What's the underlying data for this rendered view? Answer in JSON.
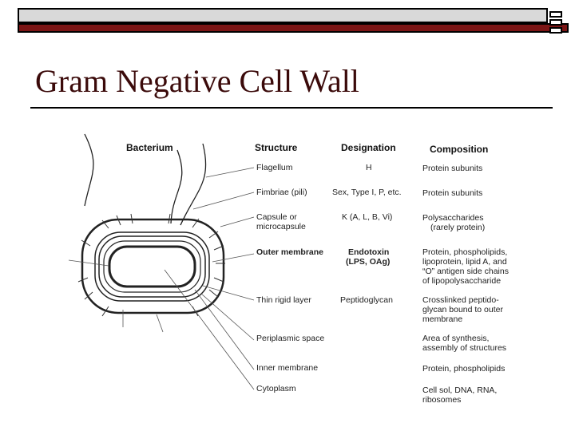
{
  "slide": {
    "title": "Gram Negative Cell Wall",
    "accent_color": "#7b1515",
    "title_color": "#3b0a0a"
  },
  "figure": {
    "headers": {
      "bacterium": "Bacterium",
      "structure": "Structure",
      "designation": "Designation",
      "composition": "Composition"
    },
    "rows": [
      {
        "structure": [
          "Flagellum"
        ],
        "designation": [
          "H"
        ],
        "composition": [
          "Protein subunits"
        ]
      },
      {
        "structure": [
          "Fimbriae (pili)"
        ],
        "designation": [
          "Sex, Type I, P, etc."
        ],
        "composition": [
          "Protein subunits"
        ]
      },
      {
        "structure": [
          "Capsule or",
          "microcapsule"
        ],
        "designation": [
          "K (A, L, B, Vi)"
        ],
        "composition": [
          "Polysaccharides",
          "(rarely protein)"
        ]
      },
      {
        "structure": [
          "Outer membrane"
        ],
        "designation": [
          "Endotoxin",
          "(LPS, OAg)"
        ],
        "composition": [
          "Protein, phospholipids,",
          "lipoprotein, lipid A, and",
          "“O” antigen side chains",
          "of lipopolysaccharide"
        ]
      },
      {
        "structure": [
          "Thin rigid layer"
        ],
        "designation": [
          "Peptidoglycan"
        ],
        "composition": [
          "Crosslinked peptido-",
          "glycan bound to outer",
          "membrane"
        ]
      },
      {
        "structure": [
          "Periplasmic space"
        ],
        "designation": [],
        "composition": [
          "Area of synthesis,",
          "assembly of structures"
        ]
      },
      {
        "structure": [
          "Inner membrane"
        ],
        "designation": [],
        "composition": [
          "Protein, phospholipids"
        ]
      },
      {
        "structure": [
          "Cytoplasm"
        ],
        "designation": [],
        "composition": [
          "Cell sol, DNA, RNA,",
          "ribosomes"
        ]
      }
    ]
  }
}
